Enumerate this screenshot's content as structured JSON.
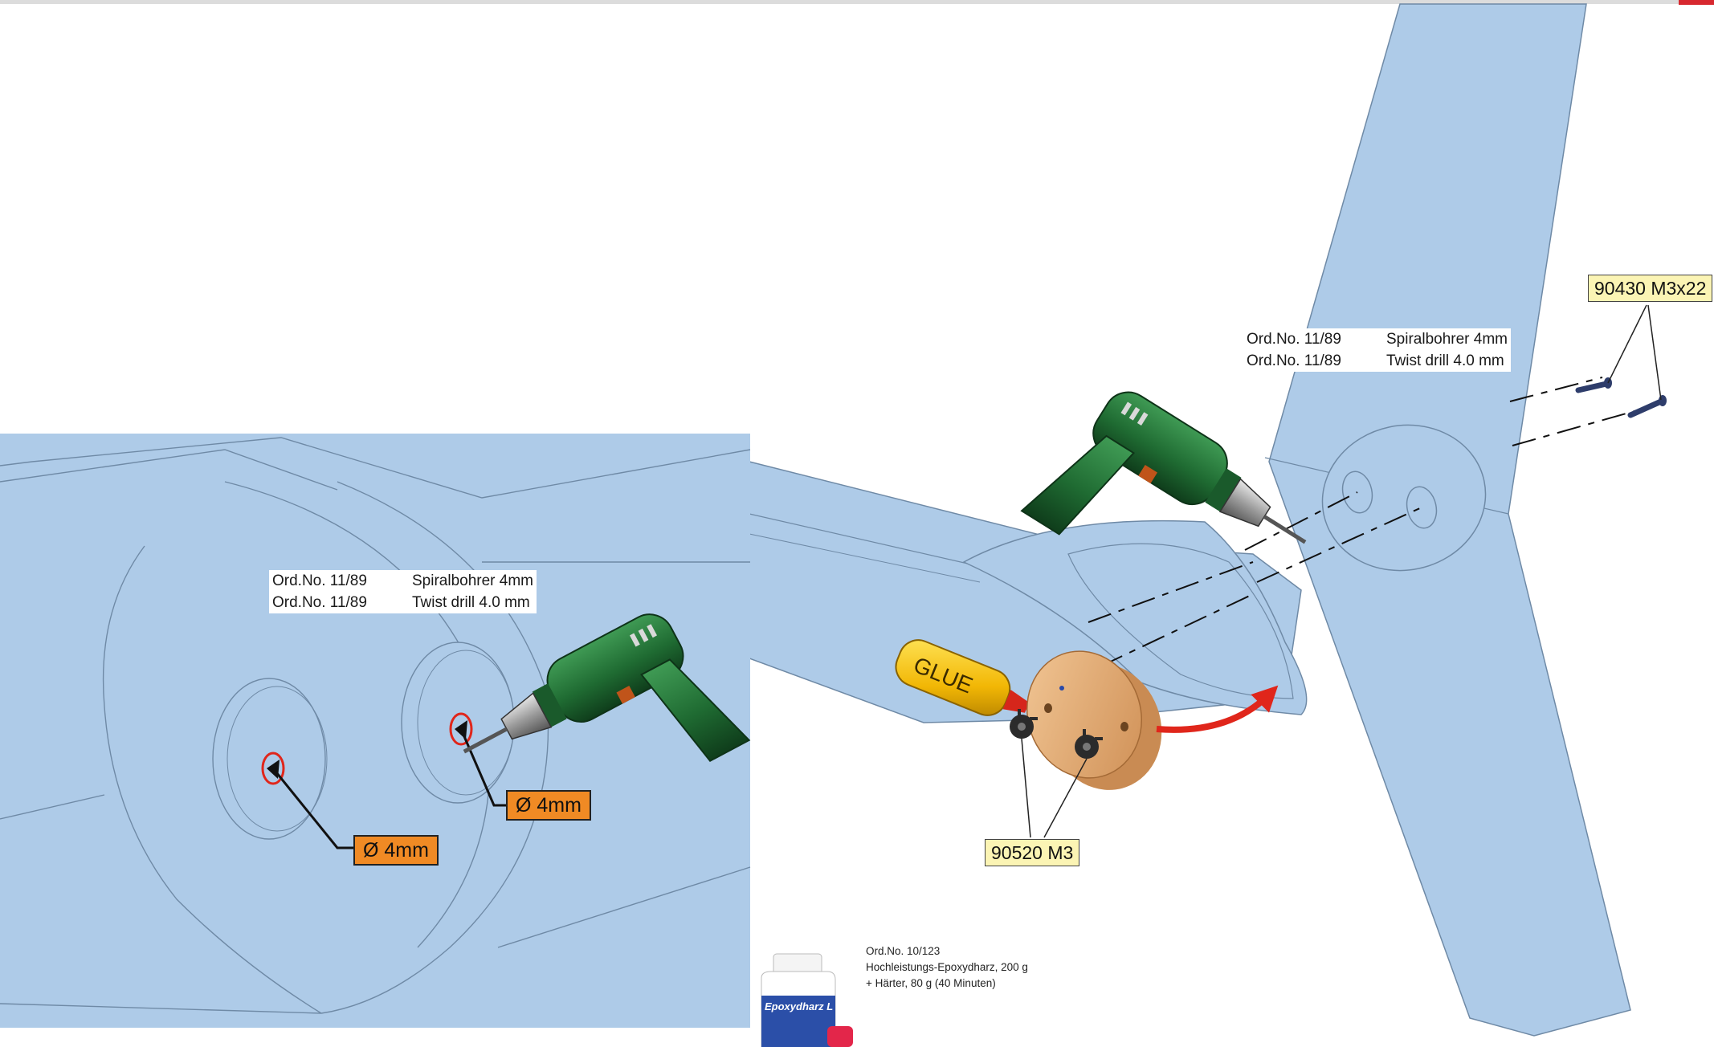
{
  "drill_label_left": {
    "line1_ord": "Ord.No. 11/89",
    "line1_desc": "Spiralbohrer 4mm",
    "line2_ord": "Ord.No. 11/89",
    "line2_desc": "Twist drill 4.0 mm"
  },
  "drill_label_right": {
    "line1_ord": "Ord.No. 11/89",
    "line1_desc": "Spiralbohrer 4mm",
    "line2_ord": "Ord.No. 11/89",
    "line2_desc": "Twist drill 4.0 mm"
  },
  "hole_tag_lower": "Ø 4mm",
  "hole_tag_upper": "Ø 4mm",
  "bolt_tag": "90430 M3x22",
  "nut_tag": "90520  M3",
  "glue_label": "GLUE",
  "epoxy": {
    "line1": "Ord.No. 10/123",
    "line2": "Hochleistungs-Epoxydharz, 200 g",
    "line3": "+ Härter, 80 g (40 Minuten)",
    "bottle_label": "Epoxydharz L"
  },
  "colors": {
    "part_fill": "#aecbe8",
    "part_stroke": "#6f8aa6",
    "drill_body": "#1f6b32",
    "tag_orange": "#f08a24",
    "tag_yellow": "#fbf4b4",
    "disc_wood": "#e2aa73",
    "arrow_red": "#e0261b",
    "corner_red": "#d7282f"
  }
}
